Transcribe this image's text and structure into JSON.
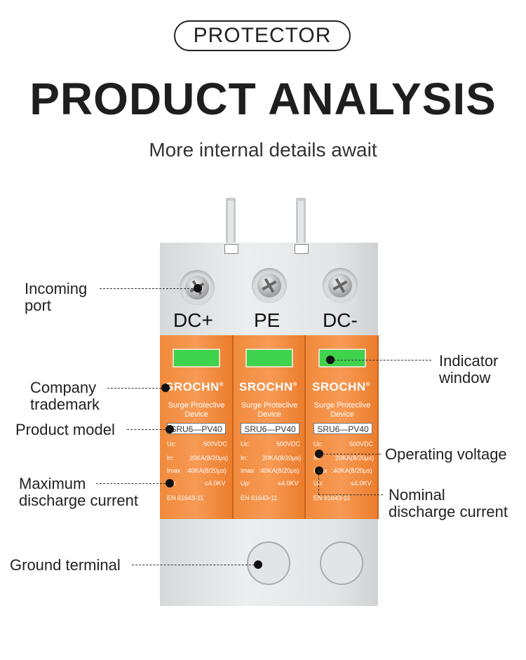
{
  "header": {
    "pill": "PROTECTOR",
    "title": "PRODUCT ANALYSIS",
    "subtitle": "More internal details await"
  },
  "labels": {
    "incoming_port": [
      "Incoming",
      "port"
    ],
    "company_trademark": [
      "Company",
      "trademark"
    ],
    "product_model": "Product model",
    "max_discharge": [
      "Maximum",
      "discharge current"
    ],
    "ground_terminal": "Ground terminal",
    "indicator_window": [
      "Indicator",
      "window"
    ],
    "operating_voltage": "Operating voltage",
    "nominal_discharge": [
      "Nominal",
      "discharge current"
    ]
  },
  "device": {
    "terminals": [
      "DC+",
      "PE",
      "DC-"
    ],
    "brand": "SROCHN",
    "brand_mark": "®",
    "spd_line1": "Surge Proteclive",
    "spd_line2": "Device",
    "model": "SRU6—PV40",
    "specs": [
      {
        "key": "Uc:",
        "value": "500VDC"
      },
      {
        "key": "In:",
        "value": "20KA(8/20μs)"
      },
      {
        "key": "Imax",
        "value": ":40KA(8/20μs)"
      },
      {
        "key": "Up:",
        "value": "≤4.0KV"
      }
    ],
    "standard": "EN 61643-11",
    "colors": {
      "orange": "#f08a3c",
      "window": "#3fd24c",
      "housing": "#e3e5e6"
    }
  }
}
